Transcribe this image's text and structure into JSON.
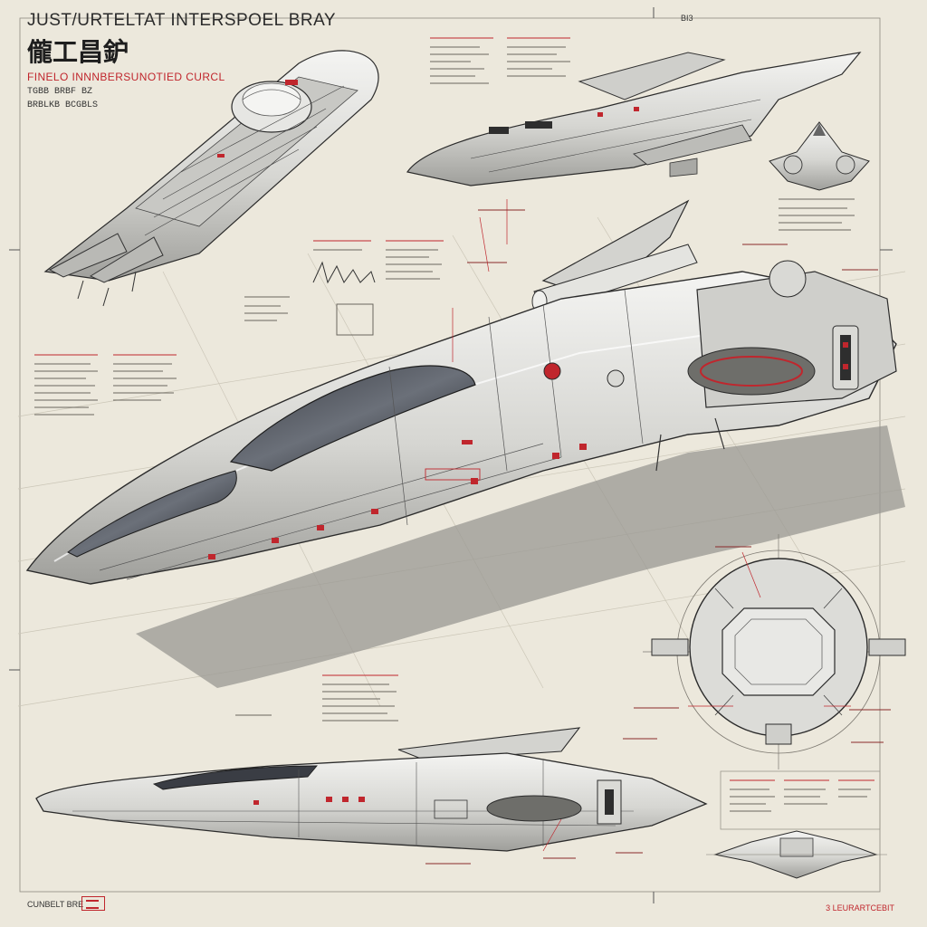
{
  "sheet": {
    "title": "JUST/URTELTAT INTERSPOEL BRAY",
    "cjk_title": "儱工昌鈩",
    "red_subtitle": "FINELO INNNBERSUNOTIED CURCL",
    "sub_line_1": "TGBB BRBF BZ",
    "sub_line_2": "BRBLKB BCGBLS",
    "sheet_number": "BI3",
    "footer_left": "CUNBELT BRE",
    "footer_right": "3 LEURARTCEBIT"
  },
  "colors": {
    "paper": "#ece8dc",
    "ink": "#2b2b2b",
    "accent_red": "#c0262d",
    "hull": "#d9d9d6",
    "shadow": "#9a9893"
  }
}
